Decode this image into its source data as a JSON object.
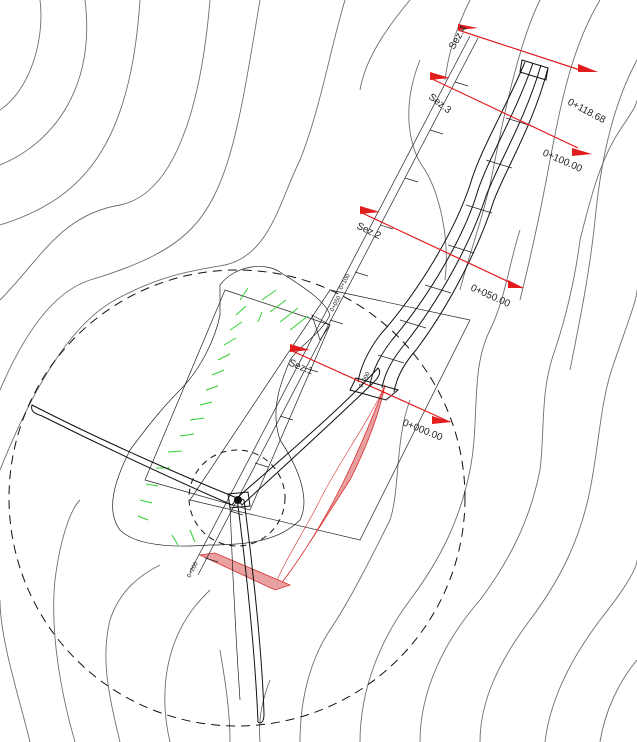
{
  "sections": [
    {
      "label": "Sez.1"
    },
    {
      "label": "Sez.2"
    },
    {
      "label": "Sez.3"
    },
    {
      "label": "Sez.4"
    }
  ],
  "chainages": [
    {
      "label": "0+000.00"
    },
    {
      "label": "0+050.00"
    },
    {
      "label": "0+100.00"
    },
    {
      "label": "0+118.68"
    }
  ],
  "alignment_ticks": [
    {
      "label": "0+200"
    },
    {
      "label": "0+100"
    },
    {
      "label": "0+050"
    },
    {
      "label": "0+000"
    }
  ],
  "colors": {
    "section_lines": "#e21d1d",
    "contours": "#6e6e6e",
    "slope_hatch": "#2fd12f",
    "fill_hatch": "#d83030"
  }
}
